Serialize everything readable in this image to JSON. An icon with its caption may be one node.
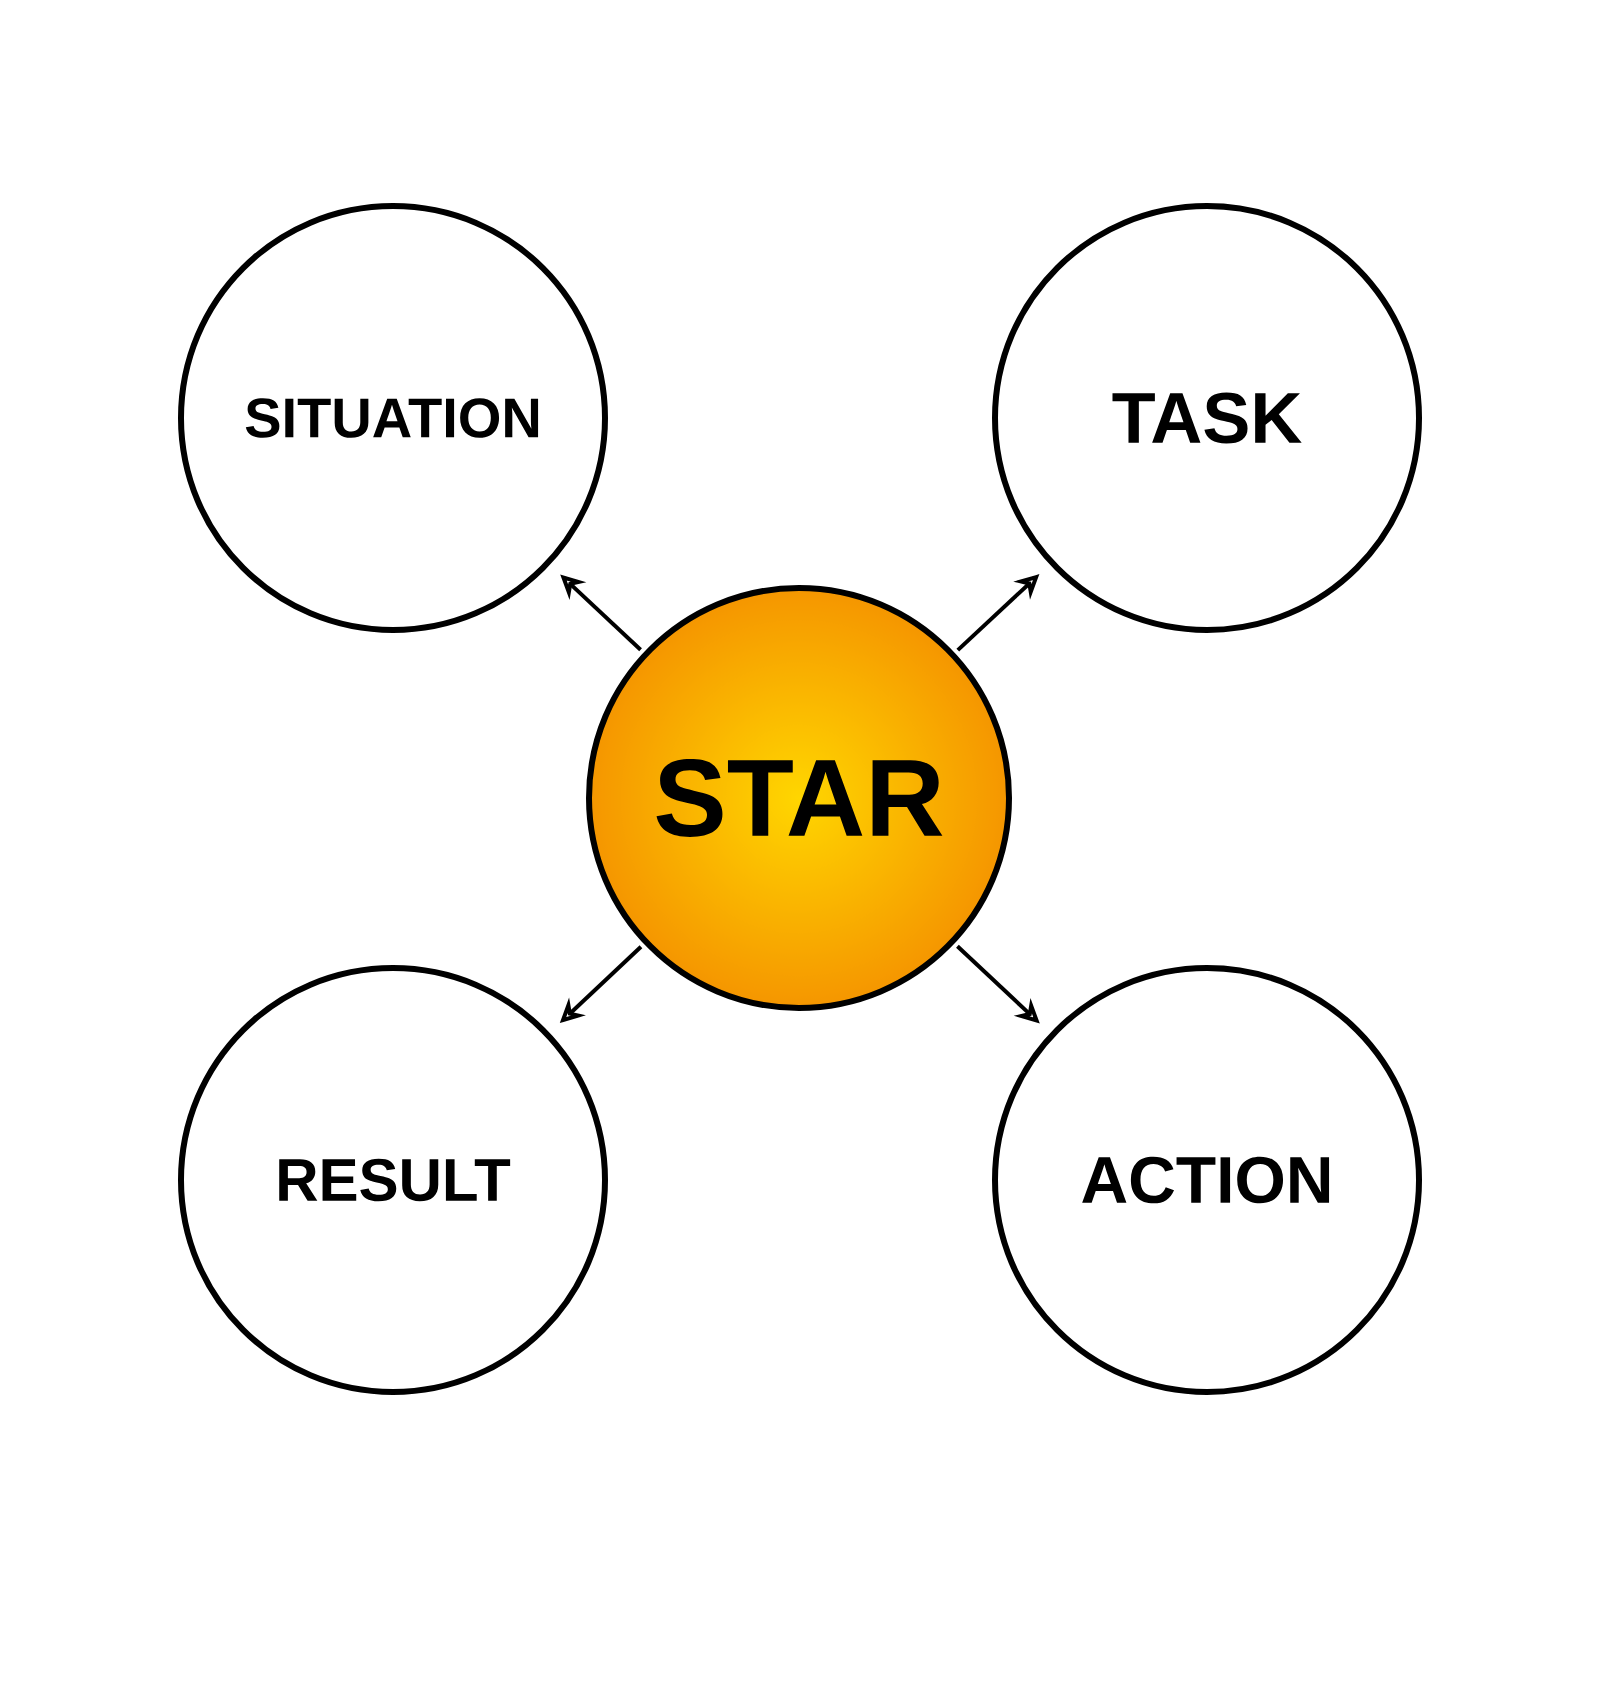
{
  "diagram": {
    "nodes": [
      {
        "text": [
          "SITUATION"
        ]
      },
      {
        "text": [
          "TASK"
        ]
      },
      {
        "text": [
          "STAR"
        ]
      },
      {
        "text": [
          "RESULT"
        ]
      },
      {
        "text": [
          "ACTION"
        ]
      }
    ],
    "edges": [
      {
        "from": 2,
        "to": 0,
        "arrow": "to"
      },
      {
        "from": 2,
        "to": 1,
        "arrow": "to"
      },
      {
        "from": 2,
        "to": 3,
        "arrow": "to"
      },
      {
        "from": 2,
        "to": 4,
        "arrow": "to"
      }
    ]
  }
}
